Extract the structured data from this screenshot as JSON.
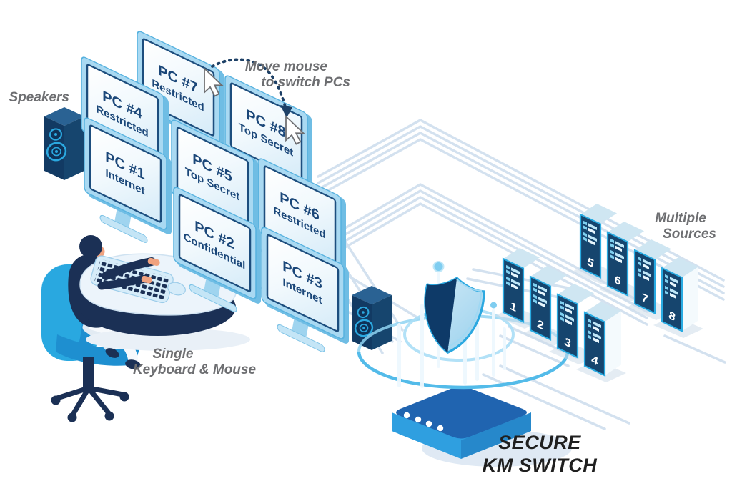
{
  "labels": {
    "speakers": "Speakers",
    "move_mouse_line1": "Move mouse",
    "move_mouse_line2": "to switch PCs",
    "keyboard_line1": "Single",
    "keyboard_line2": "Keyboard & Mouse",
    "sources_line1": "Multiple",
    "sources_line2": "Sources",
    "switch_line1": "SECURE",
    "switch_line2": "KM SWITCH"
  },
  "monitors": [
    {
      "name": "PC #1",
      "classification": "Internet"
    },
    {
      "name": "PC #2",
      "classification": "Confidential"
    },
    {
      "name": "PC #3",
      "classification": "Internet"
    },
    {
      "name": "PC #4",
      "classification": "Restricted"
    },
    {
      "name": "PC #5",
      "classification": "Top Secret"
    },
    {
      "name": "PC #6",
      "classification": "Restricted"
    },
    {
      "name": "PC #7",
      "classification": "Restricted"
    },
    {
      "name": "PC #8",
      "classification": "Top Secret"
    }
  ],
  "towers": [
    {
      "label": "1"
    },
    {
      "label": "2"
    },
    {
      "label": "3"
    },
    {
      "label": "4"
    },
    {
      "label": "5"
    },
    {
      "label": "6"
    },
    {
      "label": "7"
    },
    {
      "label": "8"
    }
  ],
  "colors": {
    "accent_cyan": "#29abe2",
    "navy": "#16456e",
    "dark_navy": "#1b3055",
    "monitor_frame": "#a9d9f2",
    "switch_top": "#2064b0",
    "switch_side": "#2f9fe0",
    "cable": "#d3e1ef",
    "label_gray": "#6d6e71",
    "text_navy": "#1b4779"
  }
}
